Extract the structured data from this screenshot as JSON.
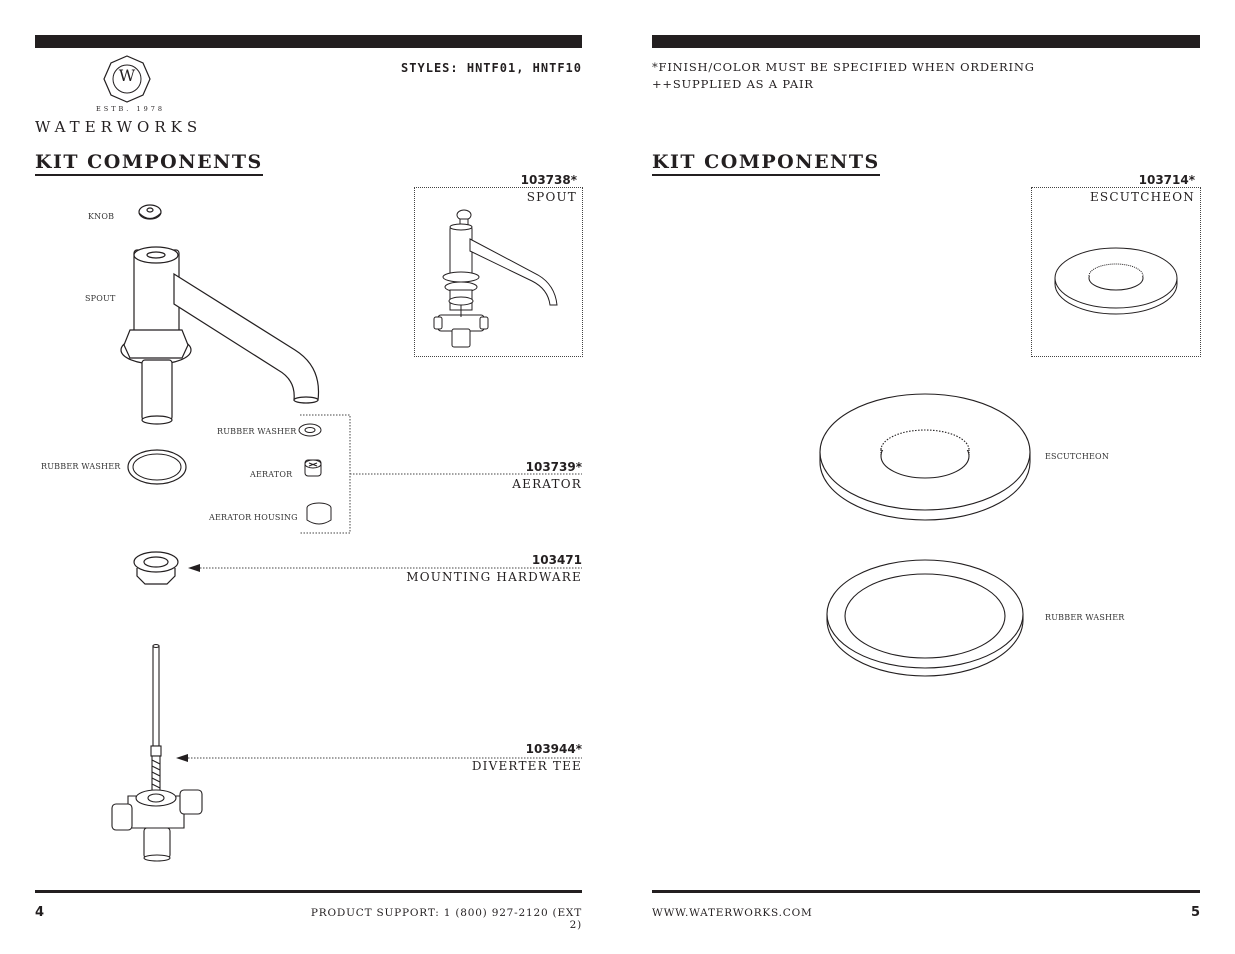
{
  "brand": {
    "name": "WATERWORKS",
    "established": "ESTB. 1978",
    "monogram": "W"
  },
  "left_page": {
    "styles": "STYLES: HNTF01, HNTF10",
    "heading": "KIT COMPONENTS",
    "parts": [
      {
        "number": "103738*",
        "name": "SPOUT"
      },
      {
        "number": "103739*",
        "name": "AERATOR"
      },
      {
        "number": "103471",
        "name": "MOUNTING HARDWARE"
      },
      {
        "number": "103944*",
        "name": "DIVERTER TEE"
      }
    ],
    "labels": {
      "knob": "KNOB",
      "spout": "SPOUT",
      "rubber_washer_left": "RUBBER WASHER",
      "rubber_washer_small": "RUBBER WASHER",
      "aerator": "AERATOR",
      "aerator_housing": "AERATOR HOUSING"
    },
    "footer": {
      "page": "4",
      "support": "PRODUCT SUPPORT: 1 (800) 927-2120 (EXT 2)"
    }
  },
  "right_page": {
    "notes": [
      "*FINISH/COLOR MUST BE SPECIFIED WHEN ORDERING",
      "++SUPPLIED AS A PAIR"
    ],
    "heading": "KIT COMPONENTS",
    "parts": [
      {
        "number": "103714*",
        "name": "ESCUTCHEON"
      }
    ],
    "labels": {
      "escutcheon": "ESCUTCHEON",
      "rubber_washer": "RUBBER WASHER"
    },
    "footer": {
      "page": "5",
      "website": "WWW.WATERWORKS.COM"
    }
  }
}
